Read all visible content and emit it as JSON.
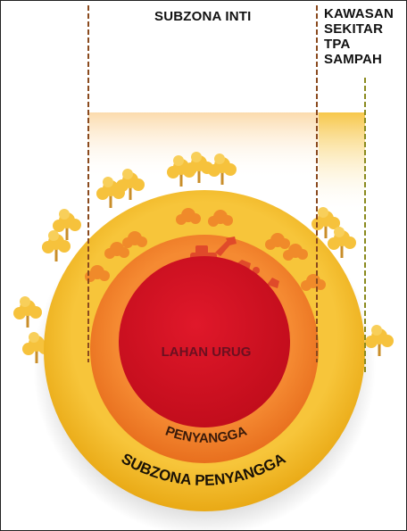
{
  "labels": {
    "subzona_inti": "SUBZONA INTI",
    "kawasan_sekitar_tpa": [
      "KAWASAN",
      "SEKITAR",
      "TPA",
      "SAMPAH"
    ],
    "lahan_urug": "LAHAN URUG",
    "penyangga": "PENYANGGA",
    "subzona_penyangga": "SUBZONA PENYANGGA"
  },
  "icons": [
    "tree-icon",
    "excavator-icon",
    "debris-icon"
  ],
  "colors": {
    "outer_ring": "#f2b51e",
    "middle_ring": "#f07b2a",
    "core": "#d0101e",
    "inti_boundary": "#8a4a1e",
    "kawasan_boundary": "#8a8a1e",
    "trees": "#f6c23c",
    "label_text": "#111111",
    "core_text": "#6b1020"
  }
}
